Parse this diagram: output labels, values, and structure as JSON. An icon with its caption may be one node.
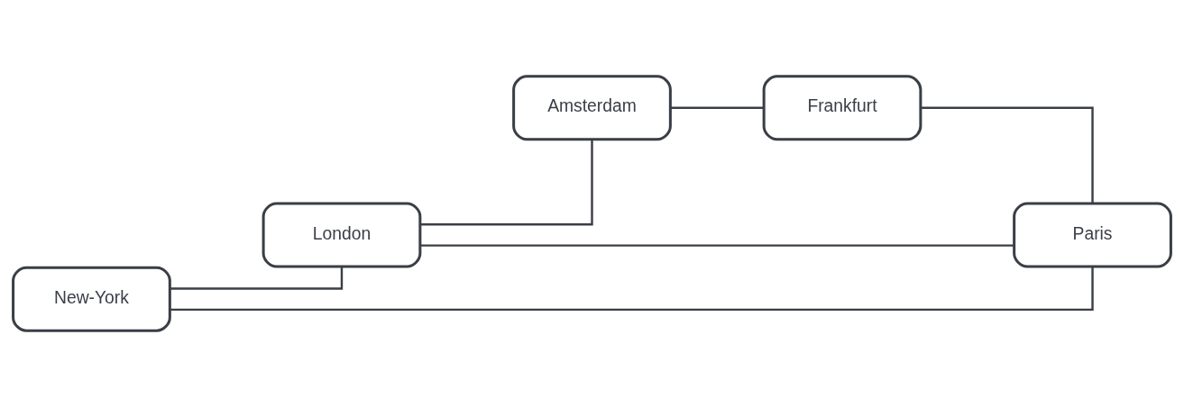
{
  "diagram": {
    "nodes": [
      {
        "text": [
          "Amsterdam"
        ]
      },
      {
        "text": [
          "New-York"
        ]
      },
      {
        "text": [
          "London"
        ]
      },
      {
        "text": [
          "Frankfurt"
        ]
      },
      {
        "text": [
          "Paris"
        ]
      }
    ],
    "edges": [
      {
        "from": 1,
        "to": 2,
        "arrow": "none"
      },
      {
        "from": 2,
        "to": 0,
        "arrow": "none"
      },
      {
        "from": 0,
        "to": 3,
        "arrow": "none"
      },
      {
        "from": 2,
        "to": 4,
        "arrow": "none"
      },
      {
        "from": 3,
        "to": 4,
        "arrow": "none"
      },
      {
        "from": 1,
        "to": 4,
        "arrow": "none"
      }
    ]
  }
}
